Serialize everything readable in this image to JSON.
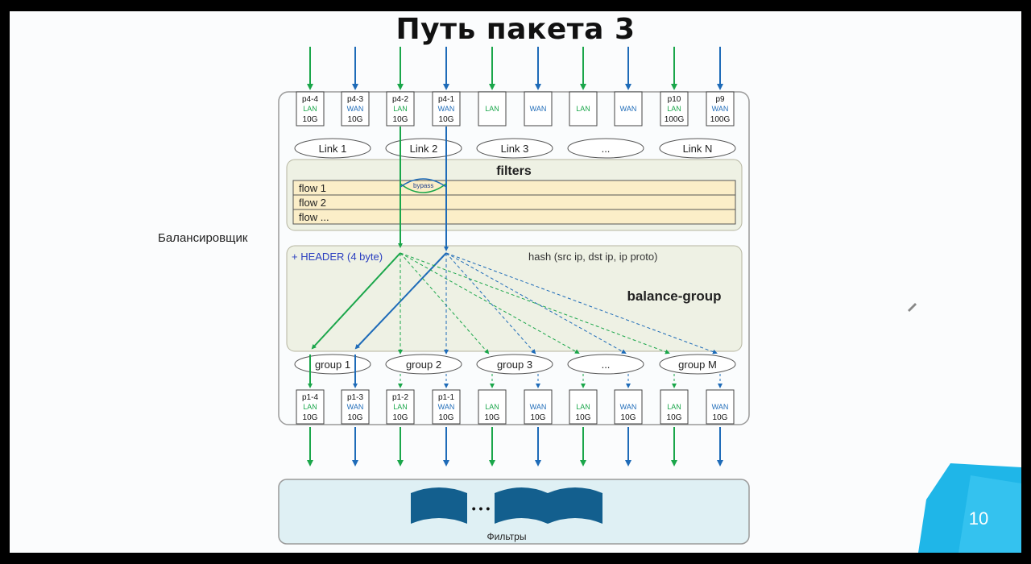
{
  "slide": {
    "title": "Путь пакета 3",
    "side_label": "Балансировщик",
    "page_number": "10"
  },
  "colors": {
    "lan": "#1aa64a",
    "wan": "#1e6bb8",
    "panel": "#eef1e4",
    "filters_row": "#fbeec8"
  },
  "top_ports": [
    {
      "name": "p4-4",
      "type": "LAN",
      "speed": "10G"
    },
    {
      "name": "p4-3",
      "type": "WAN",
      "speed": "10G"
    },
    {
      "name": "p4-2",
      "type": "LAN",
      "speed": "10G"
    },
    {
      "name": "p4-1",
      "type": "WAN",
      "speed": "10G"
    },
    {
      "name": "",
      "type": "LAN",
      "speed": ""
    },
    {
      "name": "",
      "type": "WAN",
      "speed": ""
    },
    {
      "name": "",
      "type": "LAN",
      "speed": ""
    },
    {
      "name": "",
      "type": "WAN",
      "speed": ""
    },
    {
      "name": "p10",
      "type": "LAN",
      "speed": "100G"
    },
    {
      "name": "p9",
      "type": "WAN",
      "speed": "100G"
    }
  ],
  "bottom_ports": [
    {
      "name": "p1-4",
      "type": "LAN",
      "speed": "10G"
    },
    {
      "name": "p1-3",
      "type": "WAN",
      "speed": "10G"
    },
    {
      "name": "p1-2",
      "type": "LAN",
      "speed": "10G"
    },
    {
      "name": "p1-1",
      "type": "WAN",
      "speed": "10G"
    },
    {
      "name": "",
      "type": "LAN",
      "speed": "10G"
    },
    {
      "name": "",
      "type": "WAN",
      "speed": "10G"
    },
    {
      "name": "",
      "type": "LAN",
      "speed": "10G"
    },
    {
      "name": "",
      "type": "WAN",
      "speed": "10G"
    },
    {
      "name": "",
      "type": "LAN",
      "speed": "10G"
    },
    {
      "name": "",
      "type": "WAN",
      "speed": "10G"
    }
  ],
  "links": [
    "Link 1",
    "Link 2",
    "Link 3",
    "...",
    "Link N"
  ],
  "filters": {
    "title": "filters",
    "bypass_label": "bypass",
    "rows": [
      "flow 1",
      "flow 2",
      "flow ..."
    ]
  },
  "balance": {
    "title": "balance-group",
    "header_label": "+ HEADER (4 byte)",
    "hash_label": "hash (src ip, dst ip, ip proto)"
  },
  "groups": [
    "group 1",
    "group 2",
    "group 3",
    "...",
    "group M"
  ],
  "bottom_panel": {
    "label": "Фильтры",
    "dots": "• • •"
  }
}
